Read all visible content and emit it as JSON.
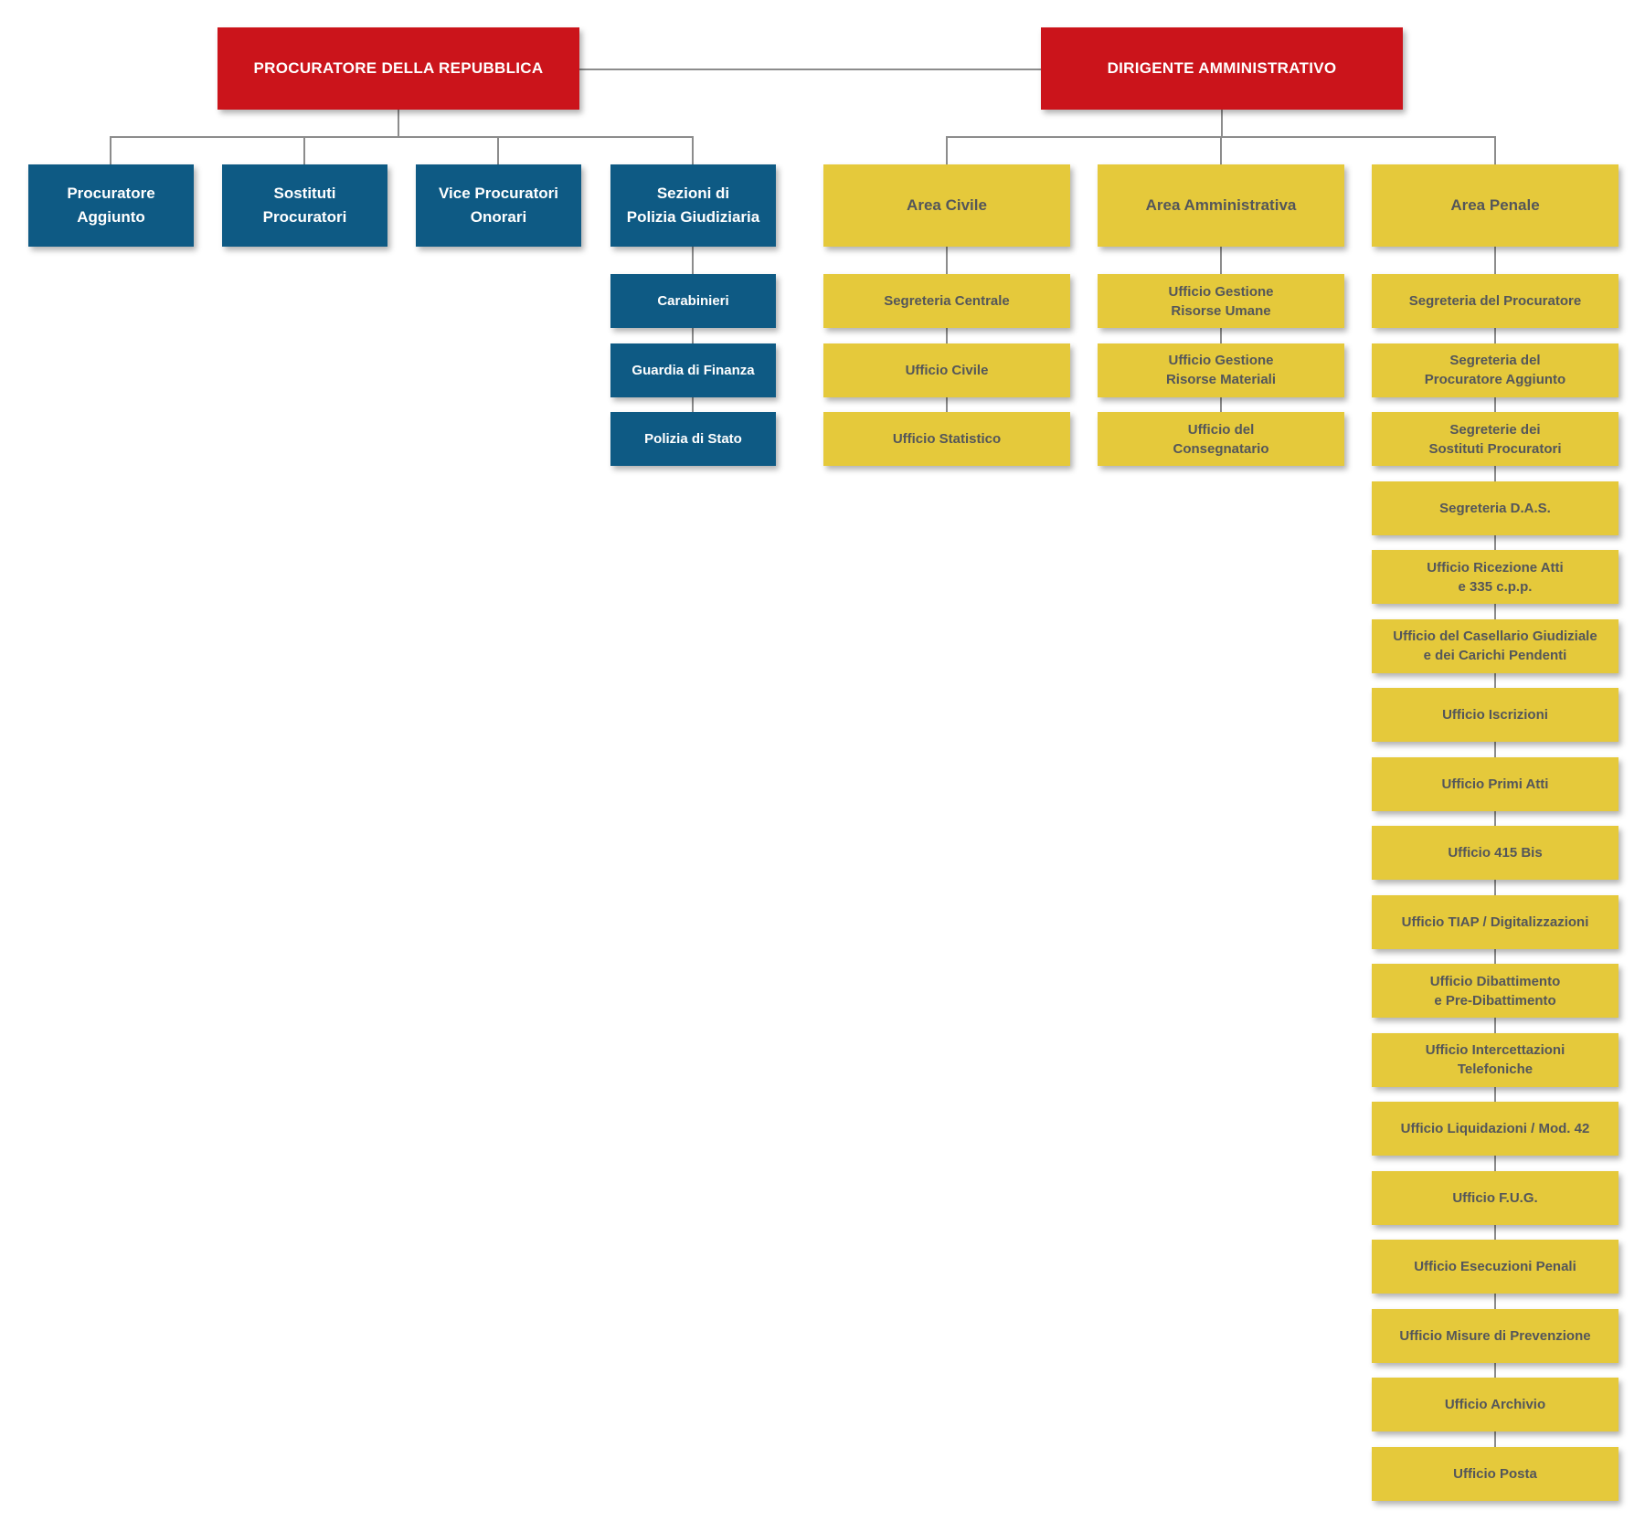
{
  "palette": {
    "red": "#CB141B",
    "blue": "#0E5A84",
    "yellow": "#E5C93B",
    "yellow_text": "#54565A",
    "line": "#8C8C8C"
  },
  "roots": [
    {
      "label": "PROCURATORE DELLA REPUBBLICA"
    },
    {
      "label": "DIRIGENTE AMMINISTRATIVO"
    }
  ],
  "left": {
    "level1": [
      "Procuratore\nAggiunto",
      "Sostituti\nProcuratori",
      "Vice Procuratori\nOnorari",
      "Sezioni di\nPolizia Giudiziaria"
    ],
    "polizia_children": [
      "Carabinieri",
      "Guardia di Finanza",
      "Polizia di Stato"
    ]
  },
  "areas": [
    {
      "label": "Area Civile",
      "children": [
        "Segreteria Centrale",
        "Ufficio Civile",
        "Ufficio Statistico"
      ]
    },
    {
      "label": "Area Amministrativa",
      "children": [
        "Ufficio Gestione\nRisorse Umane",
        "Ufficio Gestione\nRisorse Materiali",
        "Ufficio del\nConsegnatario"
      ]
    },
    {
      "label": "Area Penale",
      "children": [
        "Segreteria del Procuratore",
        "Segreteria del\nProcuratore Aggiunto",
        "Segreterie dei\nSostituti Procuratori",
        "Segreteria D.A.S.",
        "Ufficio Ricezione Atti\ne 335 c.p.p.",
        "Ufficio del Casellario Giudiziale\ne dei Carichi Pendenti",
        "Ufficio Iscrizioni",
        "Ufficio Primi Atti",
        "Ufficio 415 Bis",
        "Ufficio TIAP / Digitalizzazioni",
        "Ufficio Dibattimento\ne Pre-Dibattimento",
        "Ufficio Intercettazioni\nTelefoniche",
        "Ufficio Liquidazioni / Mod. 42",
        "Ufficio F.U.G.",
        "Ufficio Esecuzioni Penali",
        "Ufficio Misure di Prevenzione",
        "Ufficio Archivio",
        "Ufficio Posta"
      ]
    }
  ]
}
